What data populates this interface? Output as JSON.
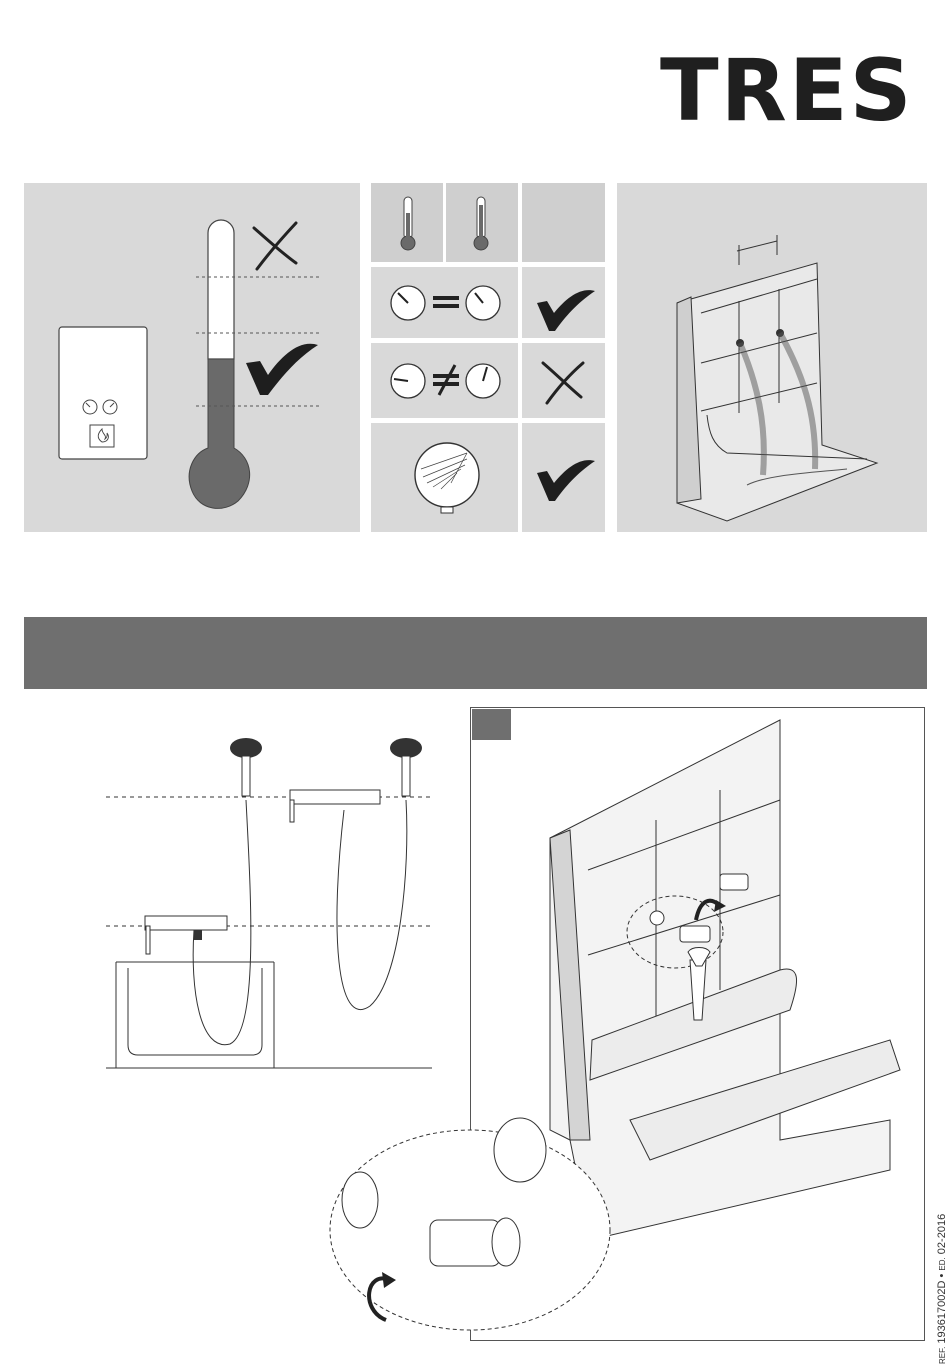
{
  "brand": {
    "logo_text": "TRES"
  },
  "reference": {
    "ref_label": "REF.",
    "ref_code": "193617002D",
    "separator": "•",
    "ed_label": "ED.",
    "ed_date": "02-2016"
  },
  "icons": {
    "wrong": "cross-mark-icon",
    "correct": "check-mark-icon",
    "hot": "thermometer-hot-icon",
    "cold": "thermometer-cold-icon",
    "gauge": "pressure-gauge-icon",
    "equal": "equal-sign-icon",
    "not_equal": "not-equal-sign-icon",
    "boiler": "water-heater-icon",
    "pressure_regulator": "pressure-regulator-icon",
    "wrench": "wrench-icon",
    "rotate": "rotate-arrow-icon"
  },
  "colors": {
    "panel": "#d9d9d9",
    "banner": "#6f6f6f",
    "mercury": "#6a6a6a"
  }
}
